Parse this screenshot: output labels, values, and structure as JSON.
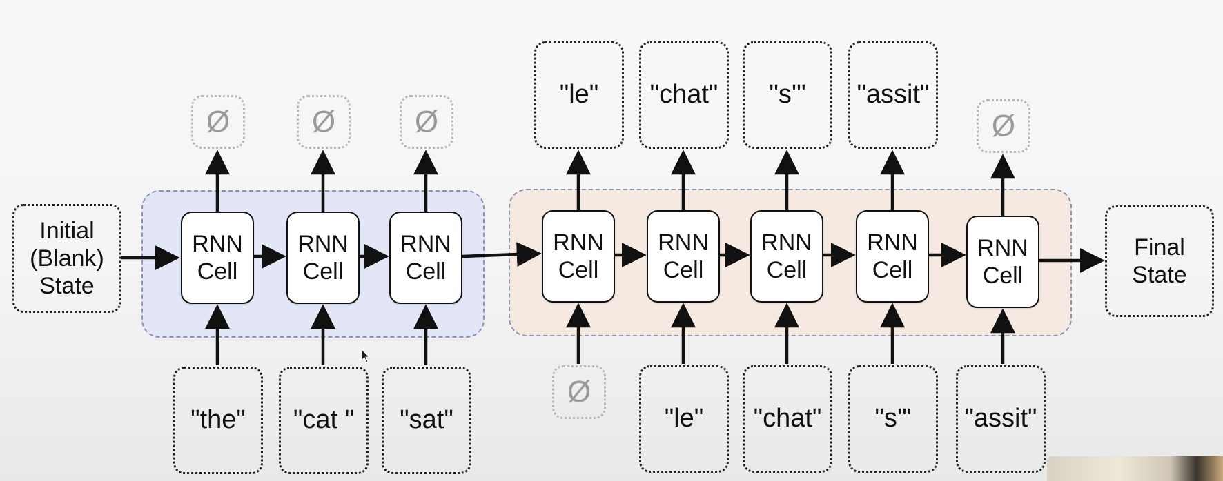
{
  "initial_state": "Initial\n(Blank)\nState",
  "final_state": "Final\nState",
  "cell_label": "RNN\nCell",
  "empty_symbol": "Ø",
  "encoder": {
    "inputs": [
      "\"the\"",
      "\"cat \"",
      "\"sat\""
    ],
    "outputs": [
      "Ø",
      "Ø",
      "Ø"
    ]
  },
  "decoder": {
    "inputs": [
      "Ø",
      "\"le\"",
      "\"chat\"",
      "\"s'\"",
      "\"assit\""
    ],
    "outputs": [
      "\"le\"",
      "\"chat\"",
      "\"s'\"",
      "\"assit\"",
      "Ø"
    ]
  },
  "colors": {
    "encoder_fill": "#e3e6f6",
    "decoder_fill": "#f6e9e2",
    "group_border": "#8a93b0",
    "arrow": "#111111",
    "empty_box": "#b8b8b8"
  }
}
